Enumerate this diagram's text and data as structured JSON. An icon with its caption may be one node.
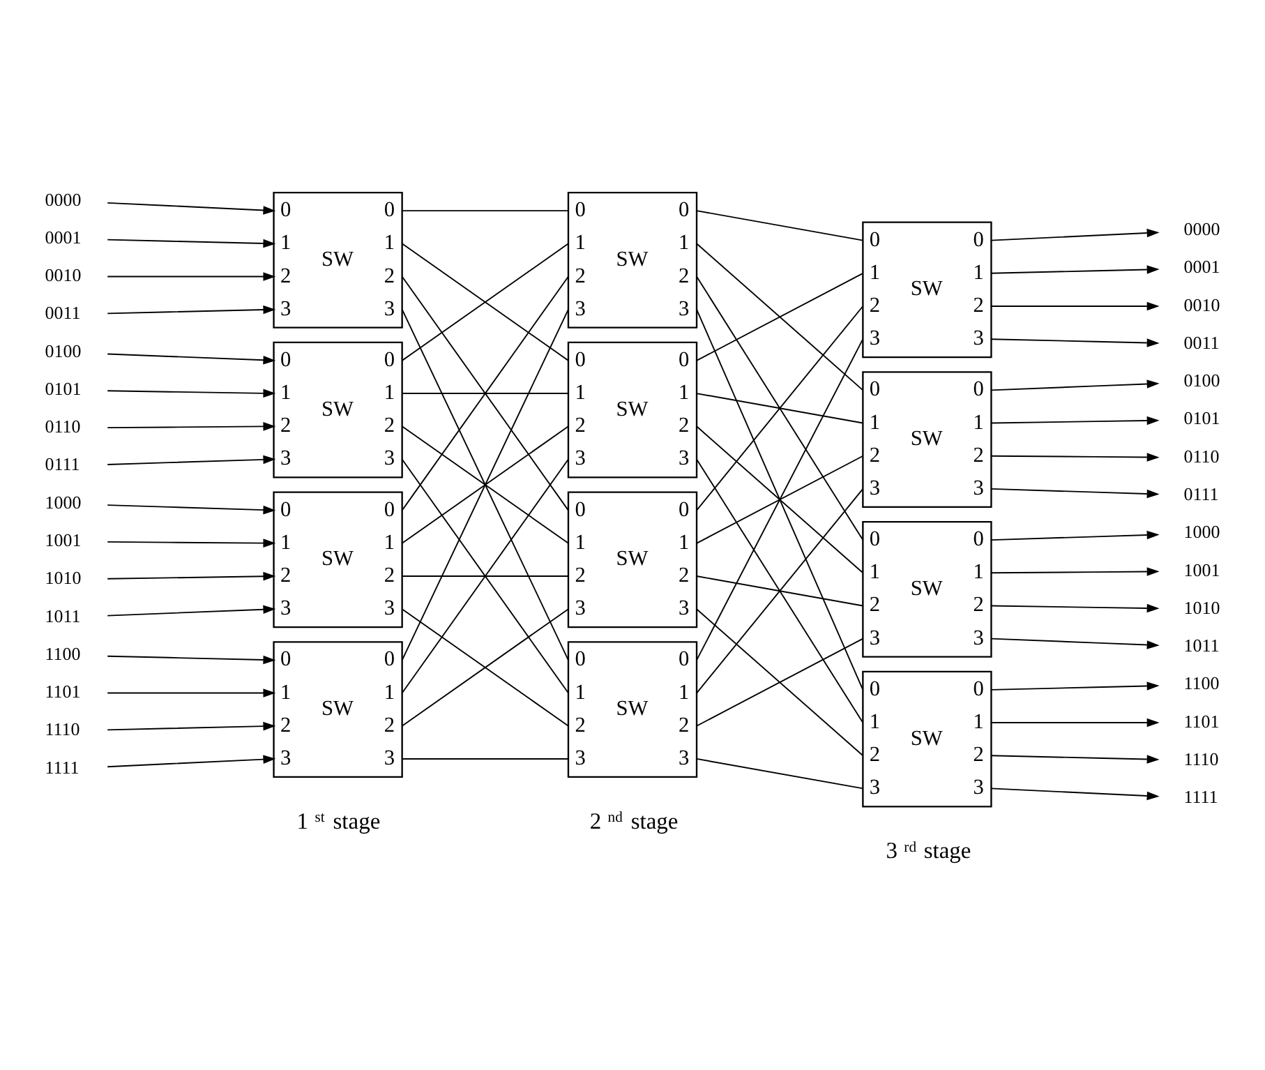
{
  "diagram": {
    "nodes": [
      {
        "text": [
          "0",
          "1",
          "2",
          "3",
          "SW",
          "0",
          "1",
          "2",
          "3"
        ]
      },
      {
        "text": [
          "0",
          "1",
          "2",
          "3",
          "SW",
          "0",
          "1",
          "2",
          "3"
        ]
      },
      {
        "text": [
          "0",
          "1",
          "2",
          "3",
          "SW",
          "0",
          "1",
          "2",
          "3"
        ]
      },
      {
        "text": [
          "0",
          "1",
          "2",
          "3",
          "SW",
          "0",
          "1",
          "2",
          "3"
        ]
      },
      {
        "text": [
          "0",
          "1",
          "2",
          "3",
          "SW",
          "0",
          "1",
          "2",
          "3"
        ]
      },
      {
        "text": [
          "0",
          "1",
          "2",
          "3",
          "SW",
          "0",
          "1",
          "2",
          "3"
        ]
      },
      {
        "text": [
          "0",
          "1",
          "2",
          "3",
          "SW",
          "0",
          "1",
          "2",
          "3"
        ]
      },
      {
        "text": [
          "0",
          "1",
          "2",
          "3",
          "SW",
          "0",
          "1",
          "2",
          "3"
        ]
      },
      {
        "text": [
          "0",
          "1",
          "2",
          "3",
          "SW",
          "0",
          "1",
          "2",
          "3"
        ]
      },
      {
        "text": [
          "0",
          "1",
          "2",
          "3",
          "SW",
          "0",
          "1",
          "2",
          "3"
        ]
      },
      {
        "text": [
          "0",
          "1",
          "2",
          "3",
          "SW",
          "0",
          "1",
          "2",
          "3"
        ]
      },
      {
        "text": [
          "0",
          "1",
          "2",
          "3",
          "SW",
          "0",
          "1",
          "2",
          "3"
        ]
      },
      {
        "text": [
          "0000"
        ]
      },
      {
        "text": [
          "0001"
        ]
      },
      {
        "text": [
          "0010"
        ]
      },
      {
        "text": [
          "0011"
        ]
      },
      {
        "text": [
          "0100"
        ]
      },
      {
        "text": [
          "0101"
        ]
      },
      {
        "text": [
          "0110"
        ]
      },
      {
        "text": [
          "0111"
        ]
      },
      {
        "text": [
          "1000"
        ]
      },
      {
        "text": [
          "1001"
        ]
      },
      {
        "text": [
          "1010"
        ]
      },
      {
        "text": [
          "1011"
        ]
      },
      {
        "text": [
          "1100"
        ]
      },
      {
        "text": [
          "1101"
        ]
      },
      {
        "text": [
          "1110"
        ]
      },
      {
        "text": [
          "1111"
        ]
      },
      {
        "text": [
          "0000"
        ]
      },
      {
        "text": [
          "0001"
        ]
      },
      {
        "text": [
          "0010"
        ]
      },
      {
        "text": [
          "0011"
        ]
      },
      {
        "text": [
          "0100"
        ]
      },
      {
        "text": [
          "0101"
        ]
      },
      {
        "text": [
          "0110"
        ]
      },
      {
        "text": [
          "0111"
        ]
      },
      {
        "text": [
          "1000"
        ]
      },
      {
        "text": [
          "1001"
        ]
      },
      {
        "text": [
          "1010"
        ]
      },
      {
        "text": [
          "1011"
        ]
      },
      {
        "text": [
          "1100"
        ]
      },
      {
        "text": [
          "1101"
        ]
      },
      {
        "text": [
          "1110"
        ]
      },
      {
        "text": [
          "1111"
        ]
      }
    ],
    "edges": [
      {
        "from": 12,
        "to": 0,
        "arrow": "to"
      },
      {
        "from": 13,
        "to": 0,
        "arrow": "to"
      },
      {
        "from": 14,
        "to": 0,
        "arrow": "to"
      },
      {
        "from": 15,
        "to": 0,
        "arrow": "to"
      },
      {
        "from": 16,
        "to": 1,
        "arrow": "to"
      },
      {
        "from": 17,
        "to": 1,
        "arrow": "to"
      },
      {
        "from": 18,
        "to": 1,
        "arrow": "to"
      },
      {
        "from": 19,
        "to": 1,
        "arrow": "to"
      },
      {
        "from": 20,
        "to": 2,
        "arrow": "to"
      },
      {
        "from": 21,
        "to": 2,
        "arrow": "to"
      },
      {
        "from": 22,
        "to": 2,
        "arrow": "to"
      },
      {
        "from": 23,
        "to": 2,
        "arrow": "to"
      },
      {
        "from": 24,
        "to": 3,
        "arrow": "to"
      },
      {
        "from": 25,
        "to": 3,
        "arrow": "to"
      },
      {
        "from": 26,
        "to": 3,
        "arrow": "to"
      },
      {
        "from": 27,
        "to": 3,
        "arrow": "to"
      },
      {
        "from": 0,
        "to": 4,
        "arrow": "none"
      },
      {
        "from": 0,
        "to": 5,
        "arrow": "none"
      },
      {
        "from": 0,
        "to": 6,
        "arrow": "none"
      },
      {
        "from": 0,
        "to": 7,
        "arrow": "none"
      },
      {
        "from": 1,
        "to": 4,
        "arrow": "none"
      },
      {
        "from": 1,
        "to": 5,
        "arrow": "none"
      },
      {
        "from": 1,
        "to": 6,
        "arrow": "none"
      },
      {
        "from": 1,
        "to": 7,
        "arrow": "none"
      },
      {
        "from": 2,
        "to": 4,
        "arrow": "none"
      },
      {
        "from": 2,
        "to": 5,
        "arrow": "none"
      },
      {
        "from": 2,
        "to": 6,
        "arrow": "none"
      },
      {
        "from": 2,
        "to": 7,
        "arrow": "none"
      },
      {
        "from": 3,
        "to": 4,
        "arrow": "none"
      },
      {
        "from": 3,
        "to": 5,
        "arrow": "none"
      },
      {
        "from": 3,
        "to": 6,
        "arrow": "none"
      },
      {
        "from": 3,
        "to": 7,
        "arrow": "none"
      },
      {
        "from": 4,
        "to": 8,
        "arrow": "none"
      },
      {
        "from": 4,
        "to": 9,
        "arrow": "none"
      },
      {
        "from": 4,
        "to": 10,
        "arrow": "none"
      },
      {
        "from": 4,
        "to": 11,
        "arrow": "none"
      },
      {
        "from": 5,
        "to": 8,
        "arrow": "none"
      },
      {
        "from": 5,
        "to": 9,
        "arrow": "none"
      },
      {
        "from": 5,
        "to": 10,
        "arrow": "none"
      },
      {
        "from": 5,
        "to": 11,
        "arrow": "none"
      },
      {
        "from": 6,
        "to": 8,
        "arrow": "none"
      },
      {
        "from": 6,
        "to": 9,
        "arrow": "none"
      },
      {
        "from": 6,
        "to": 10,
        "arrow": "none"
      },
      {
        "from": 6,
        "to": 11,
        "arrow": "none"
      },
      {
        "from": 7,
        "to": 8,
        "arrow": "none"
      },
      {
        "from": 7,
        "to": 9,
        "arrow": "none"
      },
      {
        "from": 7,
        "to": 10,
        "arrow": "none"
      },
      {
        "from": 7,
        "to": 11,
        "arrow": "none"
      },
      {
        "from": 8,
        "to": 28,
        "arrow": "to"
      },
      {
        "from": 8,
        "to": 29,
        "arrow": "to"
      },
      {
        "from": 8,
        "to": 30,
        "arrow": "to"
      },
      {
        "from": 8,
        "to": 31,
        "arrow": "to"
      },
      {
        "from": 9,
        "to": 32,
        "arrow": "to"
      },
      {
        "from": 9,
        "to": 33,
        "arrow": "to"
      },
      {
        "from": 9,
        "to": 34,
        "arrow": "to"
      },
      {
        "from": 9,
        "to": 35,
        "arrow": "to"
      },
      {
        "from": 10,
        "to": 36,
        "arrow": "to"
      },
      {
        "from": 10,
        "to": 37,
        "arrow": "to"
      },
      {
        "from": 10,
        "to": 38,
        "arrow": "to"
      },
      {
        "from": 10,
        "to": 39,
        "arrow": "to"
      },
      {
        "from": 11,
        "to": 40,
        "arrow": "to"
      },
      {
        "from": 11,
        "to": 41,
        "arrow": "to"
      },
      {
        "from": 11,
        "to": 42,
        "arrow": "to"
      },
      {
        "from": 11,
        "to": 43,
        "arrow": "to"
      }
    ],
    "labels": [
      "1$^{st}$ stage",
      "2$^{nd}$ stage",
      "3 $^{rd}$ stage"
    ]
  }
}
